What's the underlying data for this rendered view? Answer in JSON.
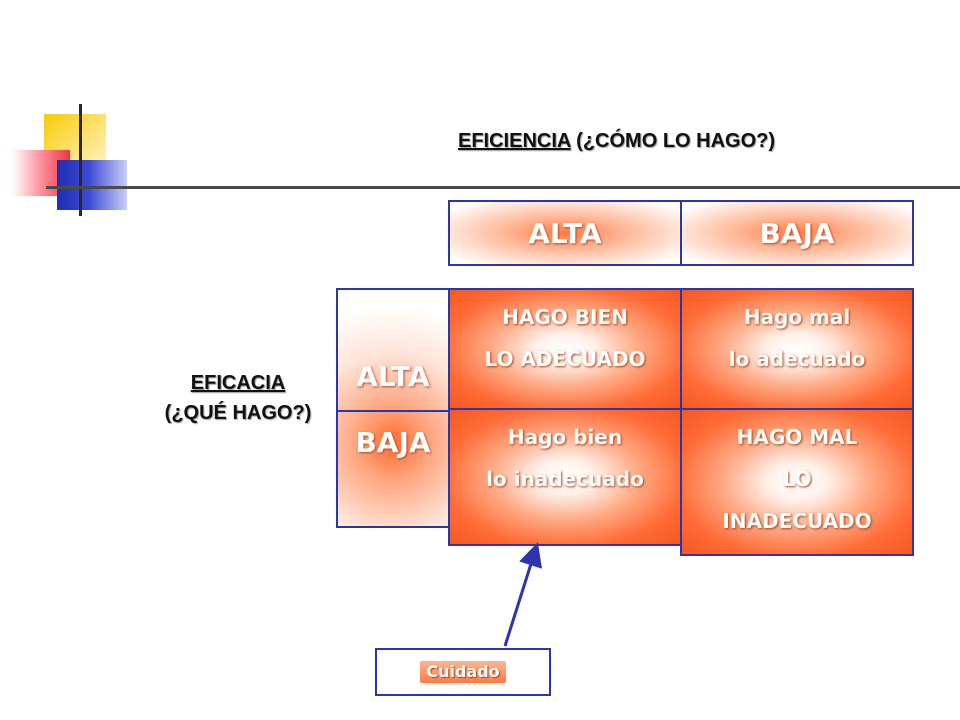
{
  "top_heading": {
    "main": "EFICIENCIA",
    "sub": " (¿CÓMO LO HAGO?)"
  },
  "left_heading": {
    "main": "EFICACIA",
    "sub": "(¿QUÉ HAGO?)"
  },
  "columns": [
    "ALTA",
    "BAJA"
  ],
  "rows": [
    "ALTA",
    "BAJA"
  ],
  "cells": {
    "alta_alta": [
      "HAGO BIEN",
      "LO ADECUADO"
    ],
    "alta_baja": [
      "Hago mal",
      "lo adecuado"
    ],
    "baja_alta": [
      "Hago bien",
      "lo inadecuado"
    ],
    "baja_baja": [
      "HAGO MAL",
      "LO",
      "INADECUADO"
    ]
  },
  "note": "Cuidado",
  "colors": {
    "accent": "#ff6a35",
    "border": "#2b35b0",
    "arrow": "#2b35b0"
  }
}
